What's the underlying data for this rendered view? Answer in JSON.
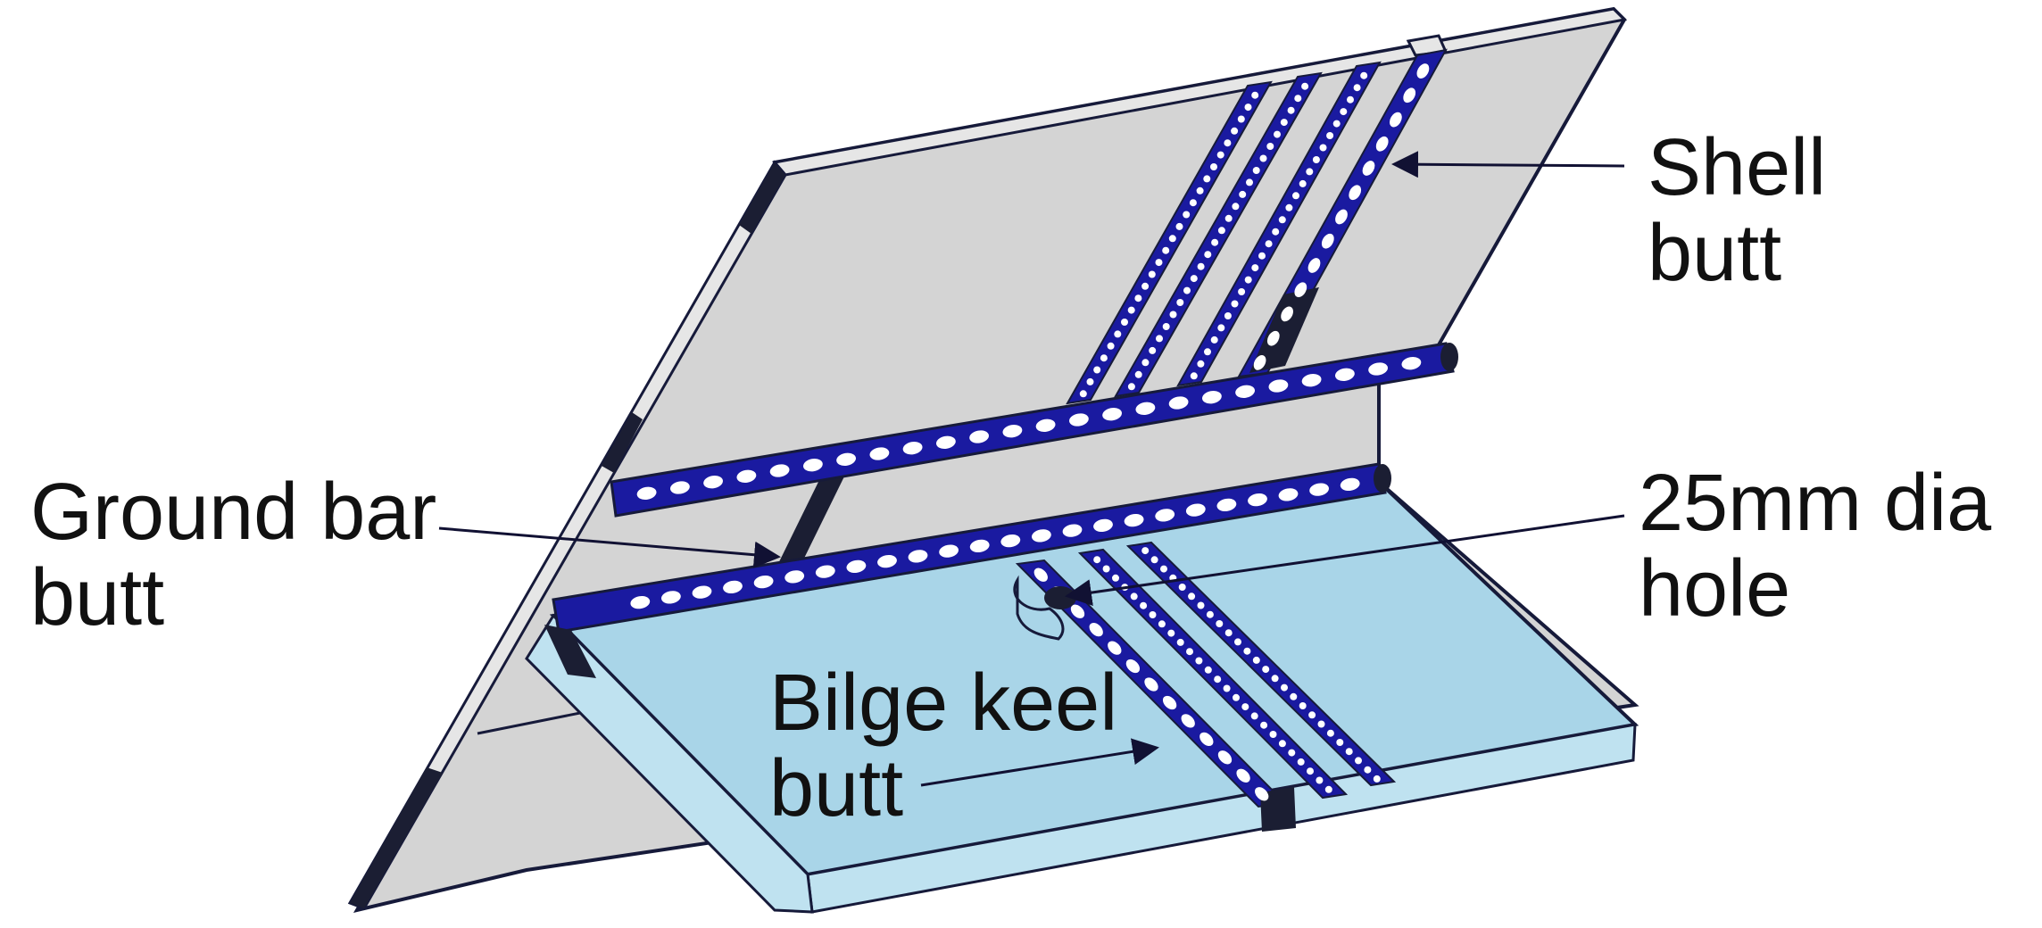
{
  "labels": {
    "shell_butt": [
      "Shell",
      "butt"
    ],
    "ground_bar_butt": [
      "Ground bar",
      "butt"
    ],
    "hole": [
      "25mm dia",
      "hole"
    ],
    "bilge_keel_butt": [
      "Bilge keel",
      "butt"
    ]
  },
  "colors": {
    "shell_plate": "#d4d4d4",
    "shell_edge": "#e6e6e6",
    "bilge_keel": "#a9d5e8",
    "bilge_keel_edge": "#bfe2f0",
    "weld_bar": "#1a1aa0",
    "weld_hole": "#ffffff",
    "outline": "#161a3a",
    "dark_band": "#1b1e33",
    "leader": "#111133",
    "text": "#111111"
  }
}
